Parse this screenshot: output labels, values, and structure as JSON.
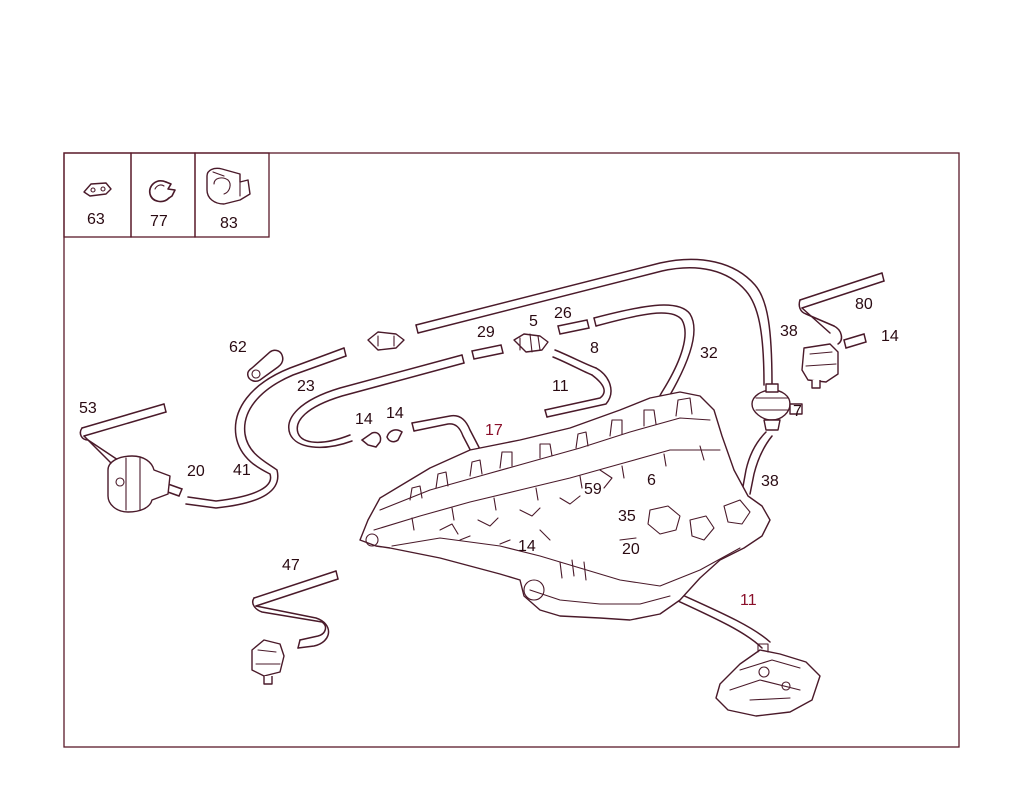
{
  "legend": {
    "items": [
      {
        "number": "63",
        "icon": "bracket-plate-icon"
      },
      {
        "number": "77",
        "icon": "hose-clamp-icon"
      },
      {
        "number": "83",
        "icon": "clip-holder-icon"
      }
    ]
  },
  "callouts": [
    {
      "id": "c62",
      "text": "62"
    },
    {
      "id": "c23",
      "text": "23"
    },
    {
      "id": "c29",
      "text": "29"
    },
    {
      "id": "c5",
      "text": "5"
    },
    {
      "id": "c26",
      "text": "26"
    },
    {
      "id": "c8",
      "text": "8"
    },
    {
      "id": "c32",
      "text": "32"
    },
    {
      "id": "c11a",
      "text": "11"
    },
    {
      "id": "c80",
      "text": "80"
    },
    {
      "id": "c38a",
      "text": "38"
    },
    {
      "id": "c14a",
      "text": "14"
    },
    {
      "id": "c7",
      "text": "7"
    },
    {
      "id": "c38b",
      "text": "38"
    },
    {
      "id": "c53",
      "text": "53"
    },
    {
      "id": "c20a",
      "text": "20"
    },
    {
      "id": "c41",
      "text": "41"
    },
    {
      "id": "c14b",
      "text": "14"
    },
    {
      "id": "c14c",
      "text": "14"
    },
    {
      "id": "c17",
      "text": "17"
    },
    {
      "id": "c6",
      "text": "6"
    },
    {
      "id": "c59",
      "text": "59"
    },
    {
      "id": "c35",
      "text": "35"
    },
    {
      "id": "c20b",
      "text": "20"
    },
    {
      "id": "c14d",
      "text": "14"
    },
    {
      "id": "c47",
      "text": "47"
    },
    {
      "id": "c11b",
      "text": "11"
    }
  ]
}
